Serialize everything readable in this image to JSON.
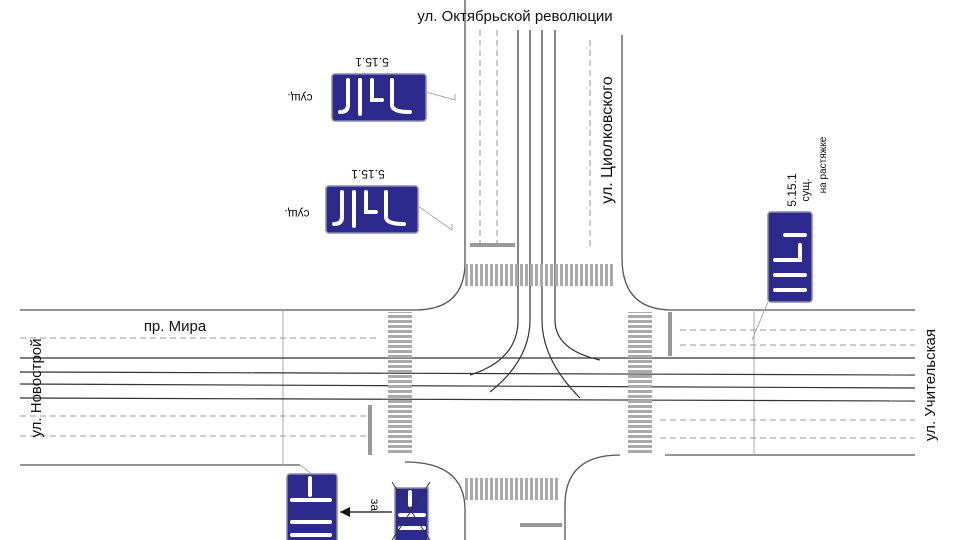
{
  "streets": {
    "top": "ул. Октябрьской революции",
    "vertical_right": "ул. Циолковского",
    "main": "пр. Мира",
    "left": "ул. Новострой",
    "right": "ул. Учительская"
  },
  "signs": {
    "sign1": {
      "code": "5.15.1",
      "note": "сущ."
    },
    "sign2": {
      "code": "5.15.1",
      "note": "сущ."
    },
    "sign3": {
      "code": "5.15.1",
      "note": "сущ.",
      "mount": "на растяжке"
    },
    "bottom_note": "за"
  },
  "colors": {
    "sign_blue": "#2d2a8e"
  }
}
